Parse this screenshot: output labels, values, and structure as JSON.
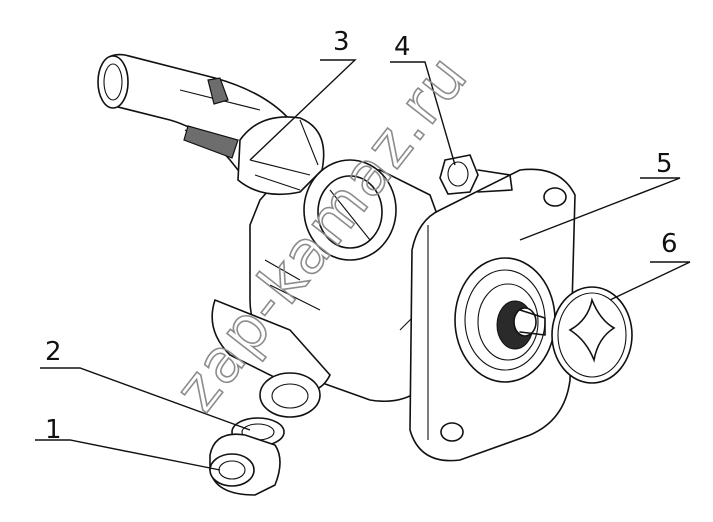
{
  "diagram": {
    "callouts": [
      {
        "id": "1",
        "label": "1"
      },
      {
        "id": "2",
        "label": "2"
      },
      {
        "id": "3",
        "label": "3"
      },
      {
        "id": "4",
        "label": "4"
      },
      {
        "id": "5",
        "label": "5"
      },
      {
        "id": "6",
        "label": "6"
      }
    ],
    "watermark": "zap-kamaz.ru"
  }
}
